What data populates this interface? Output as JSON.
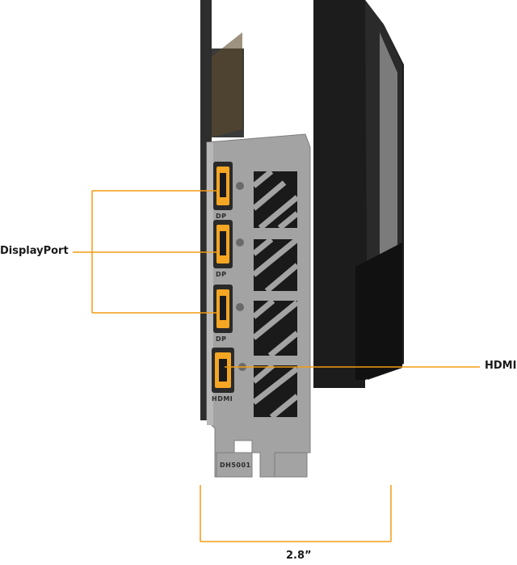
{
  "labels": {
    "displayport": "DisplayPort",
    "hdmi": "HDMI",
    "width": "2.8”"
  },
  "port_markings": {
    "dp": "DP",
    "hdmi": "HDMI",
    "bracket_code": "DH5001"
  },
  "colors": {
    "callout": "#f39c12",
    "port_fill": "#f5a623",
    "bracket": "#9a9a9a",
    "card_body": "#1f1f1f"
  }
}
